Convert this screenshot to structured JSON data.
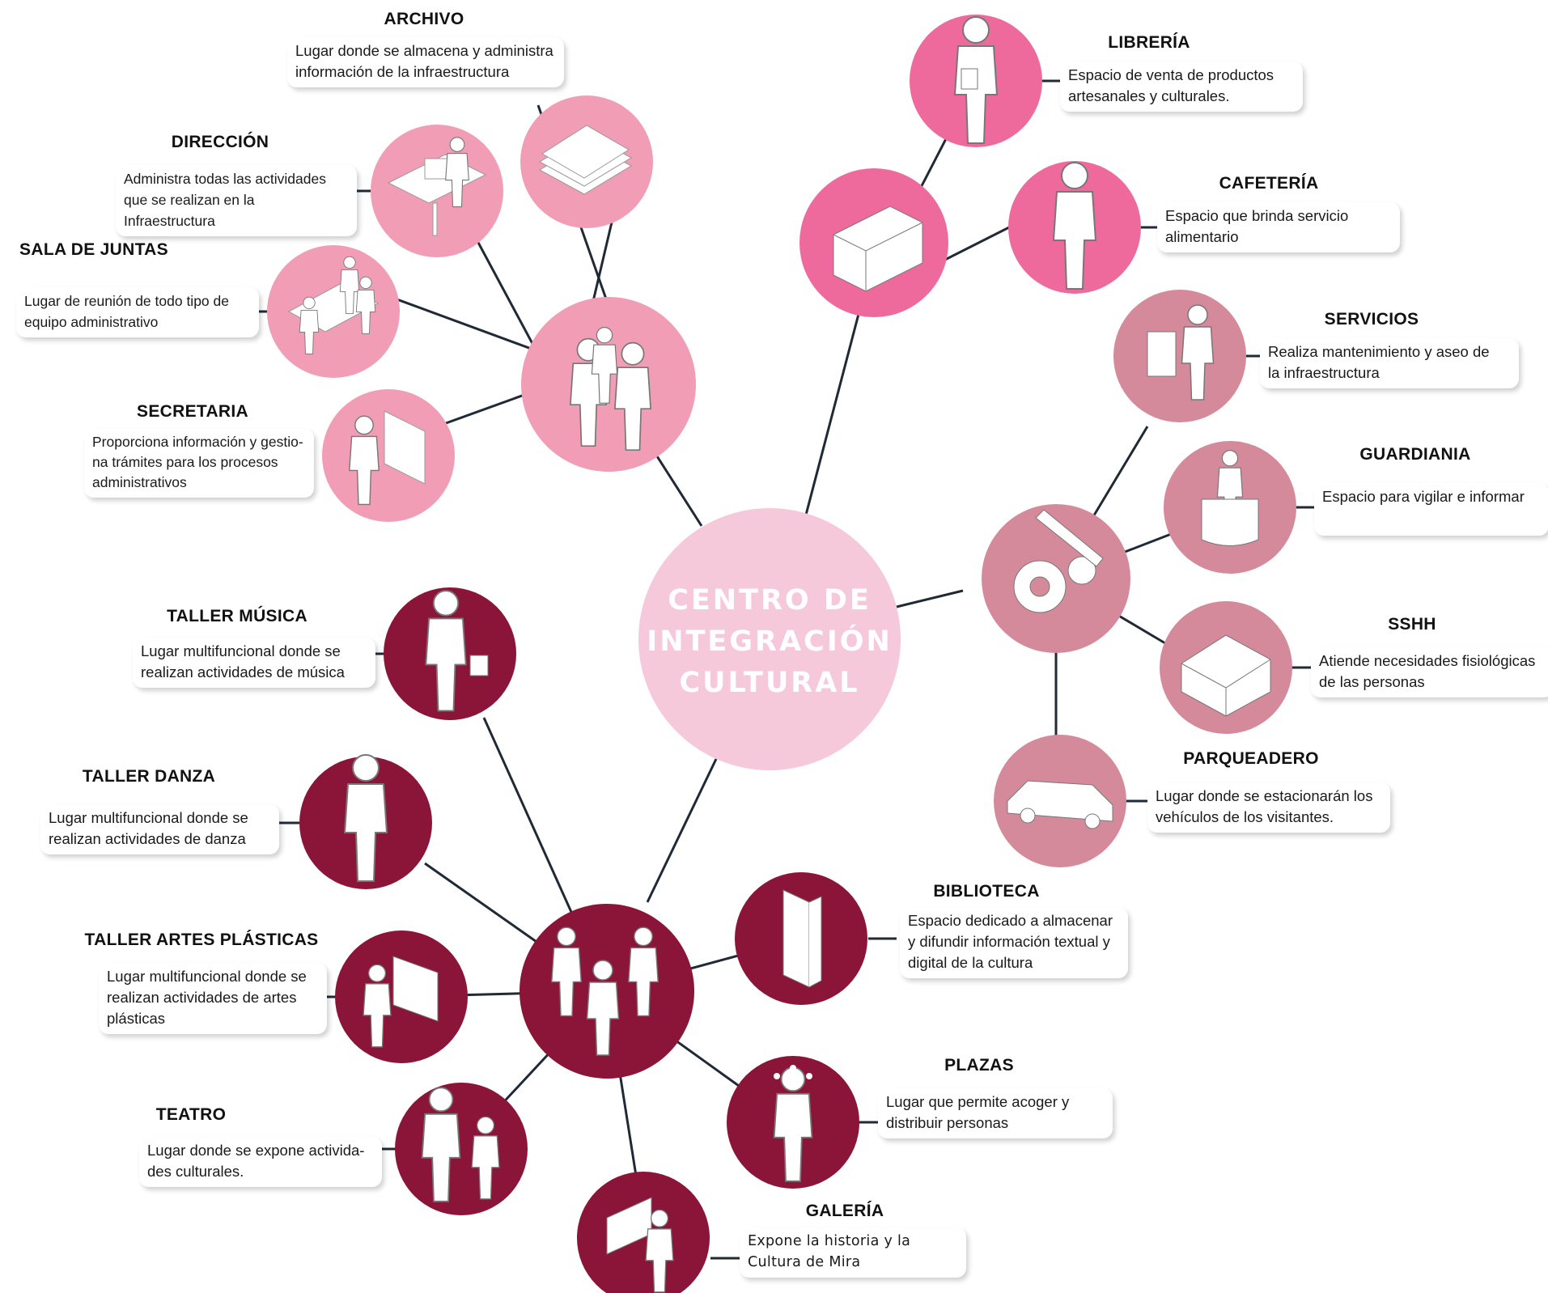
{
  "colors": {
    "center": "#f6c9da",
    "admin": "#f09db5",
    "commerce": "#ee6a9c",
    "services": "#d58a9c",
    "culture": "#8a1538",
    "line": "#1f2a36",
    "icon": "#ffffff"
  },
  "center": {
    "line1": "CENTRO DE",
    "line2": "INTEGRACIÓN",
    "line3": "CULTURAL"
  },
  "nodes": {
    "archivo": {
      "title": "ARCHIVO",
      "desc1": "Lugar donde se almacena y administra",
      "desc2": "información de la infraestructura",
      "icon": "documents-icon"
    },
    "direccion": {
      "title": "DIRECCIÓN",
      "desc1": "Administra todas las actividades",
      "desc2": "que se realizan en la Infraestructura",
      "icon": "office-desk-icon"
    },
    "sala_juntas": {
      "title": "SALA DE JUNTAS",
      "desc1": "Lugar de reunión de todo tipo de",
      "desc2": "equipo administrativo",
      "icon": "meeting-table-icon"
    },
    "secretaria": {
      "title": "SECRETARIA",
      "desc1": "Proporciona información y gestio-",
      "desc2": "na trámites para los procesos",
      "desc3": "administrativos",
      "icon": "presenter-board-icon"
    },
    "libreria": {
      "title": "LIBRERÍA",
      "desc1": "Espacio de venta de productos",
      "desc2": "artesanales y culturales.",
      "icon": "person-carrying-books-icon"
    },
    "cafeteria": {
      "title": "CAFETERÍA",
      "desc1": "Espacio que brinda servicio",
      "desc2": "alimentario",
      "icon": "barista-icon"
    },
    "servicios": {
      "title": "SERVICIOS",
      "desc1": "Realiza mantenimiento y aseo de",
      "desc2": "la infraestructura",
      "icon": "cleaning-cart-icon"
    },
    "guardiania": {
      "title": "GUARDIANIA",
      "desc1": "Espacio para vigilar e informar",
      "icon": "guard-booth-icon"
    },
    "sshh": {
      "title": "SSHH",
      "desc1": "Atiende necesidades fisiológicas",
      "desc2": "de las personas",
      "icon": "restroom-icon"
    },
    "parqueadero": {
      "title": "PARQUEADERO",
      "desc1": "Lugar donde se estacionarán los",
      "desc2": "vehículos de los visitantes.",
      "icon": "car-icon"
    },
    "taller_musica": {
      "title": "TALLER MÚSICA",
      "desc1": "Lugar multifuncional donde se",
      "desc2": "realizan actividades de música",
      "icon": "guitarist-icon"
    },
    "taller_danza": {
      "title": "TALLER DANZA",
      "desc1": "Lugar multifuncional donde se",
      "desc2": "realizan actividades de danza",
      "icon": "dancer-icon"
    },
    "taller_artes": {
      "title": "TALLER ARTES PLÁSTICAS",
      "desc1": "Lugar multifuncional donde se",
      "desc2": "realizan actividades de artes",
      "desc3": "plásticas",
      "icon": "painter-easel-icon"
    },
    "teatro": {
      "title": "TEATRO",
      "desc1": "Lugar donde se expone activida-",
      "desc2": "des culturales.",
      "icon": "actors-icon"
    },
    "biblioteca": {
      "title": "BIBLIOTECA",
      "desc1": "Espacio dedicado a almacenar",
      "desc2": "y difundir información textual y",
      "desc3": "digital de la cultura",
      "icon": "bookshelf-icon"
    },
    "plazas": {
      "title": "PLAZAS",
      "desc1": "Lugar que permite acoger y",
      "desc2": "distribuir personas",
      "icon": "juggler-icon"
    },
    "galeria": {
      "title": "GALERÍA",
      "desc1": "Expone la historia y la",
      "desc2": "Cultura de Mira",
      "icon": "gallery-viewer-icon"
    }
  },
  "hub_icons": {
    "admin": "handshake-icon",
    "commerce": "shop-icon",
    "services": "gears-wrench-icon",
    "culture": "musicians-icon"
  }
}
